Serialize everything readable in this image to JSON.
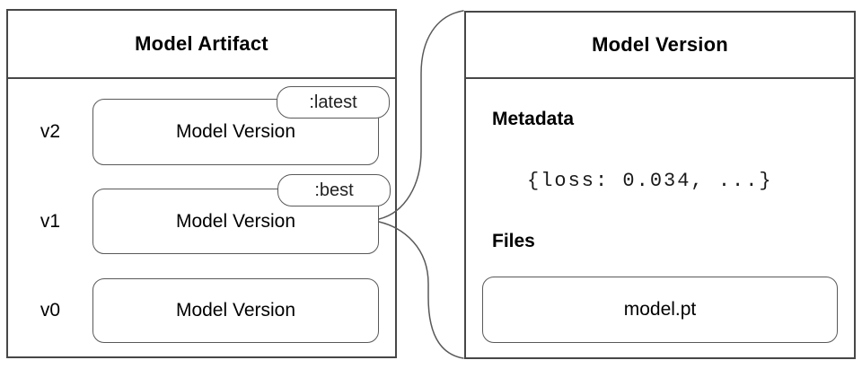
{
  "left_panel": {
    "title": "Model Artifact",
    "rows": [
      {
        "version": "v2",
        "box_label": "Model Version",
        "tag": ":latest"
      },
      {
        "version": "v1",
        "box_label": "Model Version",
        "tag": ":best"
      },
      {
        "version": "v0",
        "box_label": "Model Version"
      }
    ]
  },
  "right_panel": {
    "title": "Model Version",
    "metadata_heading": "Metadata",
    "metadata_value": "{loss: 0.034, ...}",
    "files_heading": "Files",
    "file_name": "model.pt"
  },
  "connector": {
    "type": "brace-left",
    "from": "right_panel",
    "to": "v1 Model Version box"
  },
  "colors": {
    "background": "#ffffff",
    "panel_border": "#474747",
    "box_border": "#595959",
    "text": "#000000",
    "tag_text": "#222222"
  }
}
